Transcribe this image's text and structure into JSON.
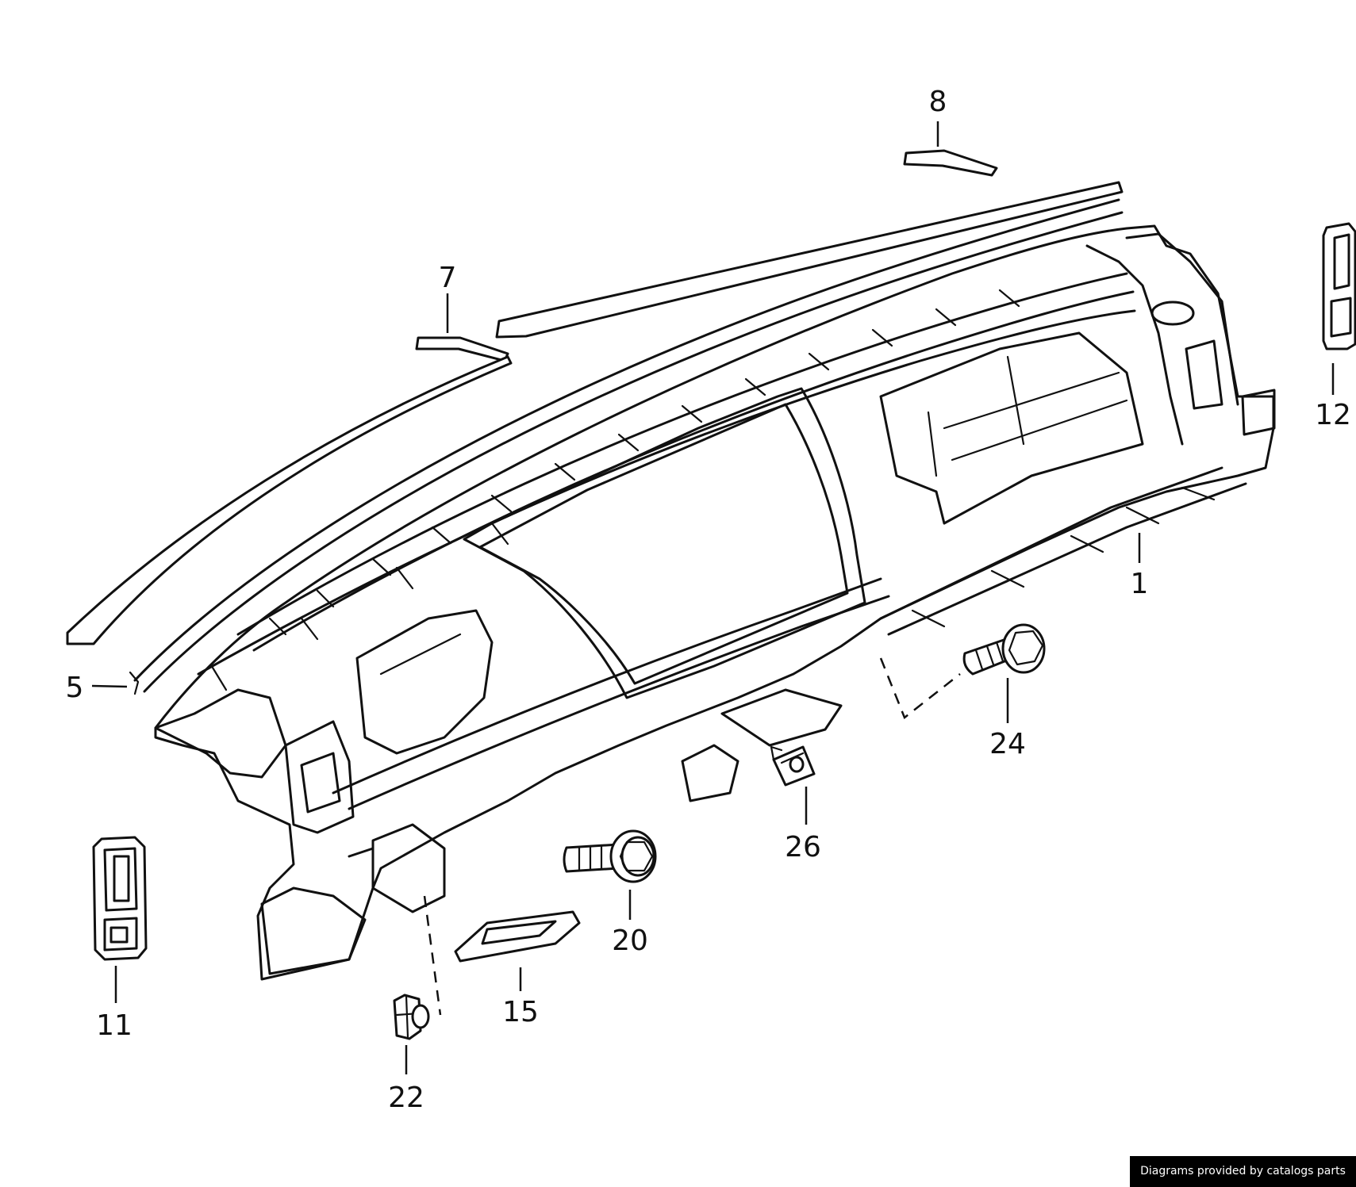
{
  "diagram": {
    "callouts": [
      {
        "id": "1",
        "label": "1"
      },
      {
        "id": "5",
        "label": "5"
      },
      {
        "id": "7",
        "label": "7"
      },
      {
        "id": "8",
        "label": "8"
      },
      {
        "id": "11",
        "label": "11"
      },
      {
        "id": "12",
        "label": "12"
      },
      {
        "id": "15",
        "label": "15"
      },
      {
        "id": "20",
        "label": "20"
      },
      {
        "id": "22",
        "label": "22"
      },
      {
        "id": "24",
        "label": "24"
      },
      {
        "id": "26",
        "label": "26"
      }
    ]
  },
  "credit": {
    "text": "Diagrams provided by catalogs parts"
  },
  "colors": {
    "ink": "#111111",
    "background": "#ffffff",
    "banner": "#000000"
  }
}
